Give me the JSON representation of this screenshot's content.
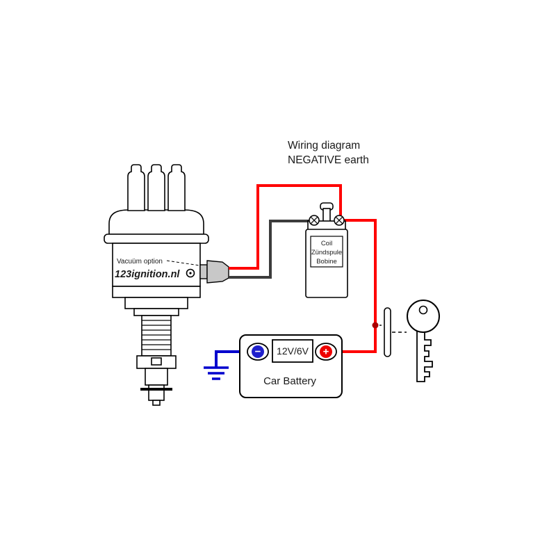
{
  "title": {
    "line1": "Wiring diagram",
    "line2": "NEGATIVE earth"
  },
  "distributor": {
    "vacuum_label": "Vacuüm option",
    "brand": "123ignition.nl"
  },
  "coil": {
    "labels": [
      "Coil",
      "Zündspule",
      "Bobine"
    ]
  },
  "battery": {
    "voltage": "12V/6V",
    "name": "Car Battery",
    "negative_symbol": "−",
    "positive_symbol": "+"
  },
  "colors": {
    "positive_wire": "#ff0000",
    "negative_wire": "#3c3c3c",
    "ground_wire": "#0000cd",
    "terminal_negative": "#2020cc",
    "terminal_positive": "#ee0000",
    "switch_terminal": "#aa0000"
  }
}
